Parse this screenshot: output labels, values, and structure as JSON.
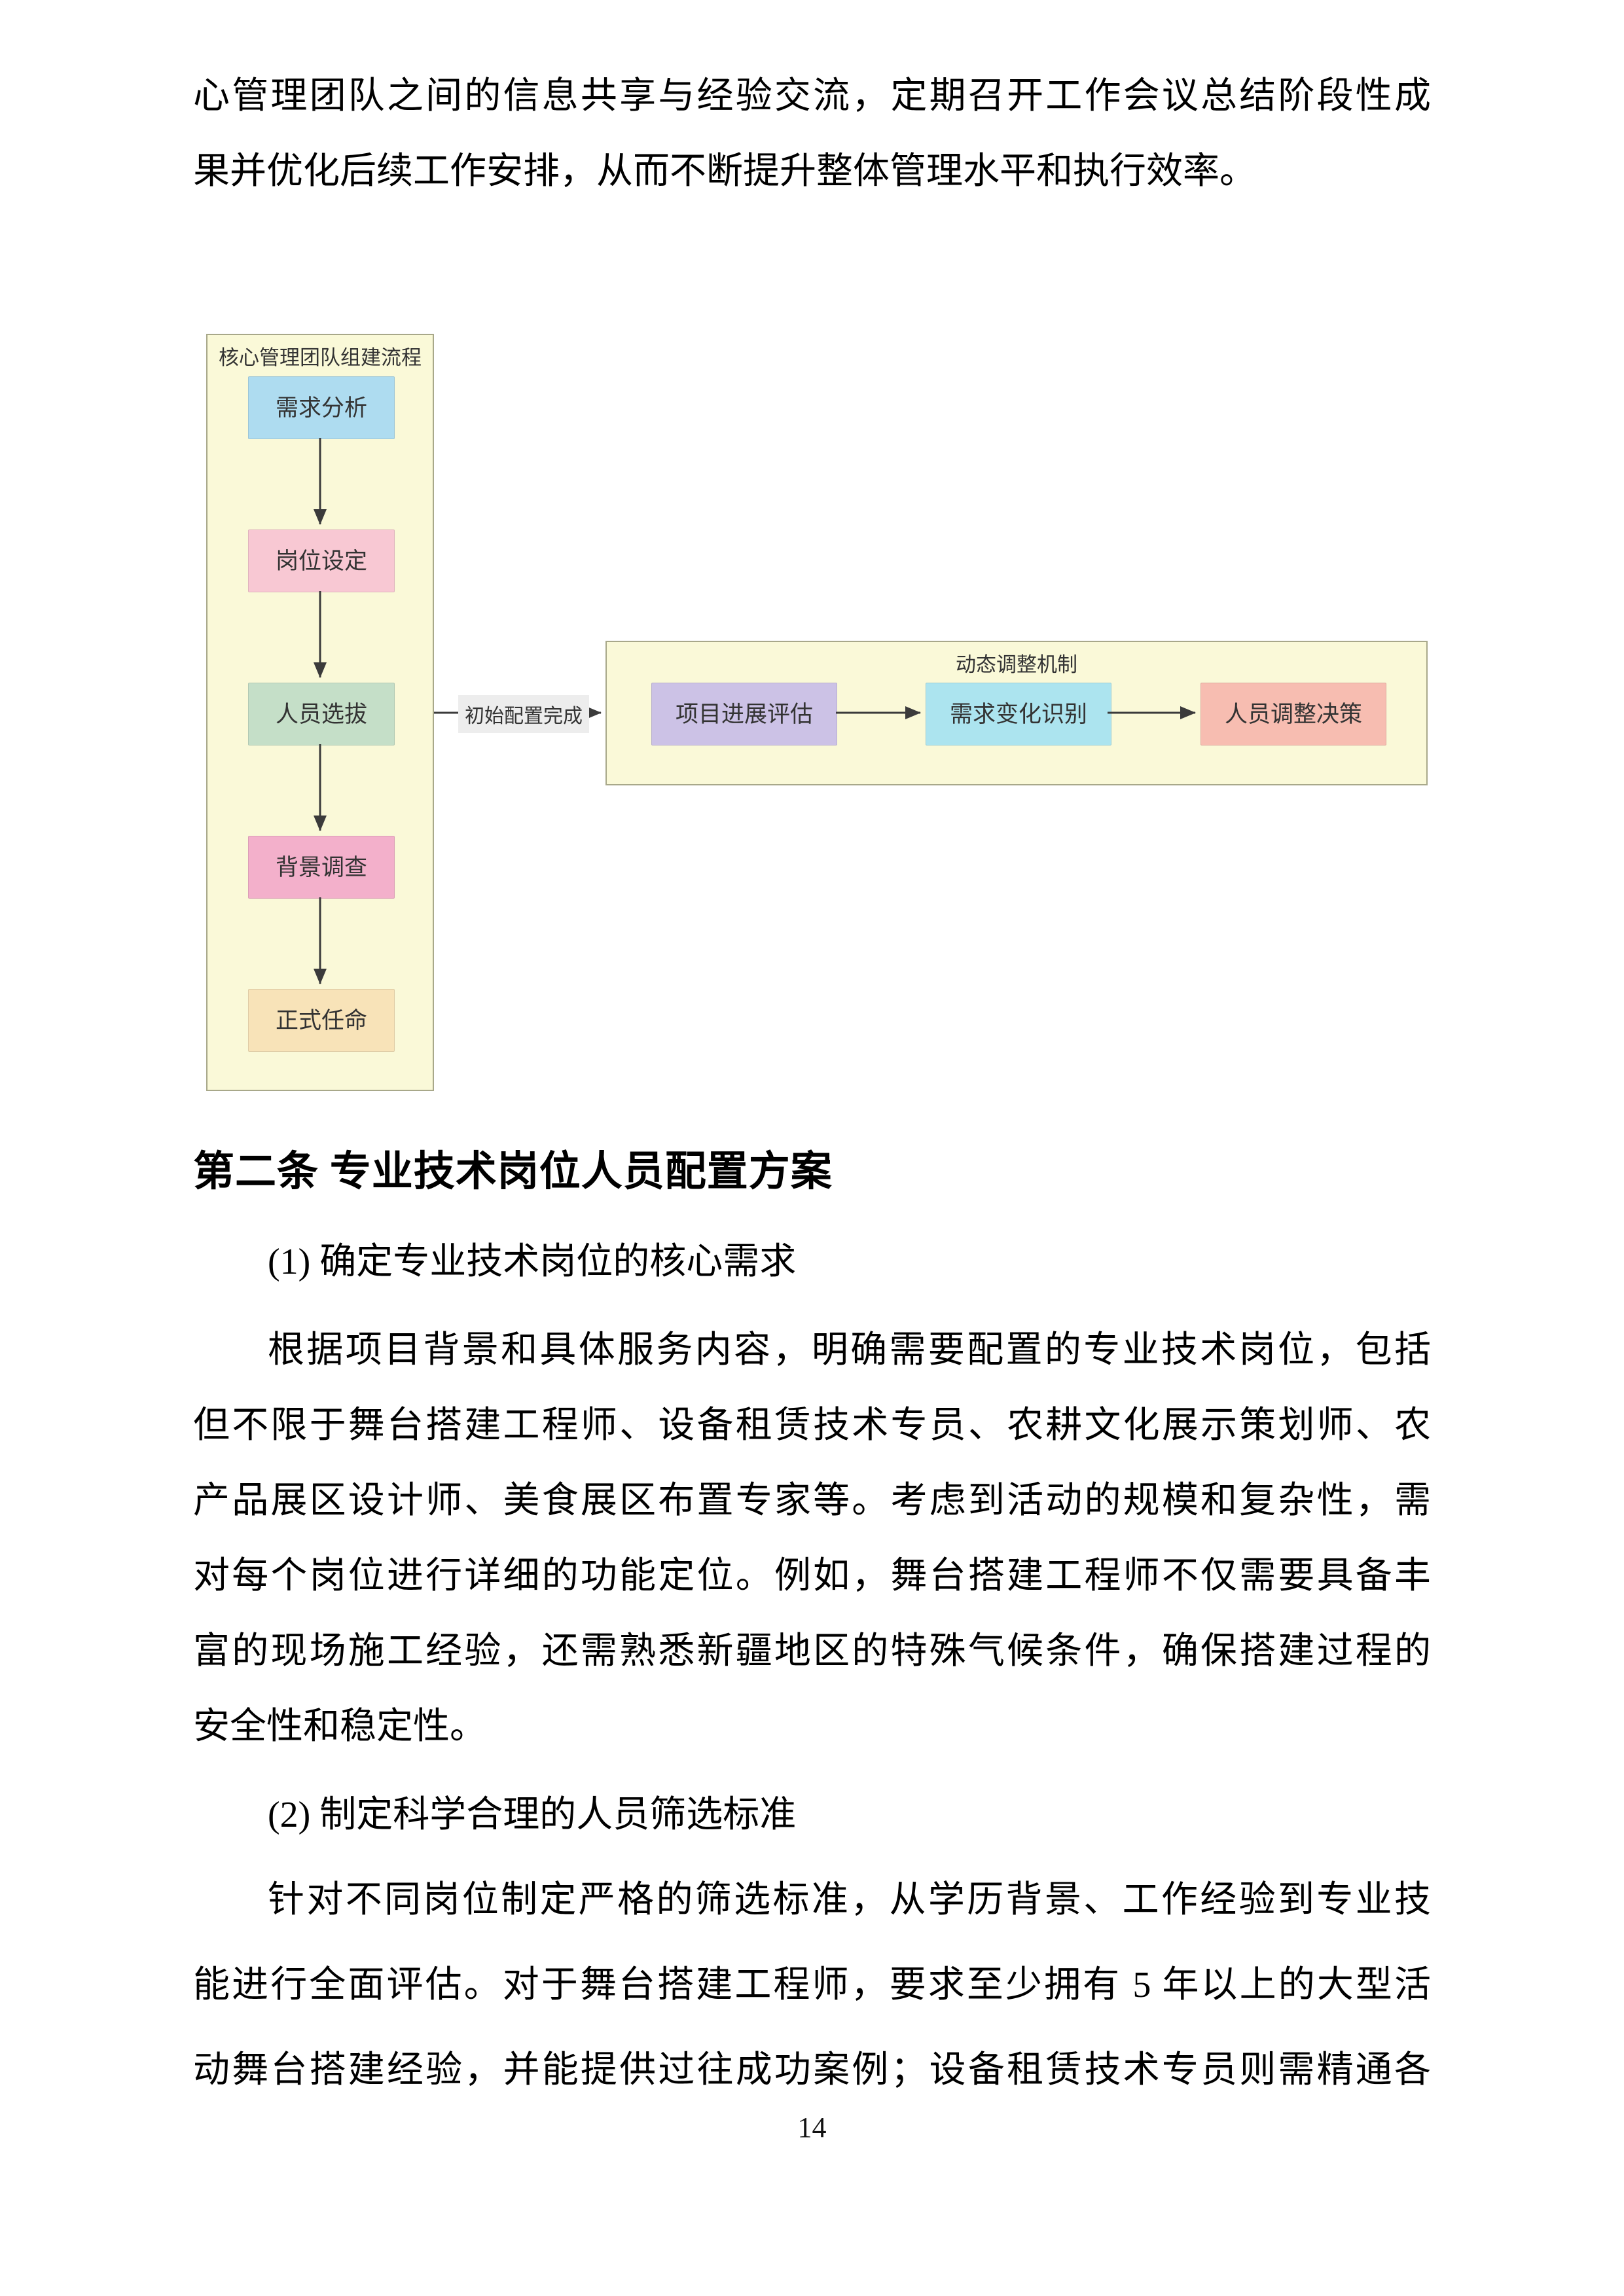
{
  "document": {
    "top_paragraph": {
      "lines": [
        "心管理团队之间的信息共享与经验交流，定期召开工作会议总结阶段性成",
        "果并优化后续工作安排，从而不断提升整体管理水平和执行效率。"
      ]
    },
    "section_heading": "第二条 专业技术岗位人员配置方案",
    "item_1": "(1) 确定专业技术岗位的核心需求",
    "paragraph_1": {
      "lines": [
        "根据项目背景和具体服务内容，明确需要配置的专业技术岗位，包括",
        "但不限于舞台搭建工程师、设备租赁技术专员、农耕文化展示策划师、农",
        "产品展区设计师、美食展区布置专家等。考虑到活动的规模和复杂性，需",
        "对每个岗位进行详细的功能定位。例如，舞台搭建工程师不仅需要具备丰",
        "富的现场施工经验，还需熟悉新疆地区的特殊气候条件，确保搭建过程的",
        "安全性和稳定性。"
      ]
    },
    "item_2": "(2) 制定科学合理的人员筛选标准",
    "paragraph_2": {
      "lines": [
        "针对不同岗位制定严格的筛选标准，从学历背景、工作经验到专业技",
        "能进行全面评估。对于舞台搭建工程师，要求至少拥有 5 年以上的大型活",
        "动舞台搭建经验，并能提供过往成功案例；设备租赁技术专员则需精通各"
      ]
    },
    "page_number": "14"
  },
  "flowchart": {
    "left_group": {
      "title": "核心管理团队组建流程",
      "nodes": [
        {
          "label": "需求分析",
          "fill": "#AEDCF0"
        },
        {
          "label": "岗位设定",
          "fill": "#F8C8D3"
        },
        {
          "label": "人员选拔",
          "fill": "#C5DFC8"
        },
        {
          "label": "背景调查",
          "fill": "#F3B0CB"
        },
        {
          "label": "正式任命",
          "fill": "#F8E3B8"
        }
      ]
    },
    "edge_label": {
      "text": "初始配置完成",
      "bg": "#EDEDED"
    },
    "right_group": {
      "title": "动态调整机制",
      "nodes": [
        {
          "label": "项目进展评估",
          "fill": "#CCC2E6"
        },
        {
          "label": "需求变化识别",
          "fill": "#ACE4EF"
        },
        {
          "label": "人员调整决策",
          "fill": "#F7BDB1"
        }
      ]
    },
    "style": {
      "group_bg": "#FAF9D8",
      "group_border": "#A8A88A",
      "arrow_color": "#3B3B3B",
      "node_text_color": "#333333",
      "label_bg": "#EDEDED"
    }
  }
}
